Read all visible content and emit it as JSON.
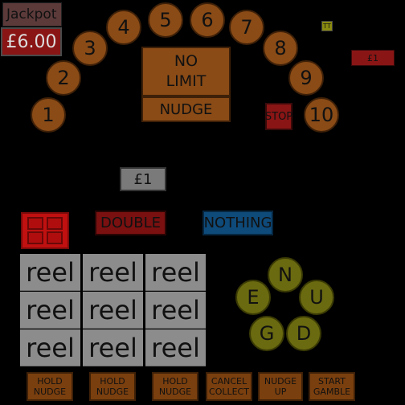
{
  "jackpot": {
    "label": "Jackpot",
    "value": "£6.00"
  },
  "trail": [
    "1",
    "2",
    "3",
    "4",
    "5",
    "6",
    "7",
    "8",
    "9",
    "10"
  ],
  "center_box": {
    "line1": "NO",
    "line2": "LIMIT",
    "nudge": "NUDGE"
  },
  "small_tt": "TT",
  "credit_red": "£1",
  "stop": "STOP",
  "stake": "£1",
  "double_label": "DOUBLE",
  "nothing_label": "NOTHING",
  "reels": [
    [
      "reel",
      "reel",
      "reel"
    ],
    [
      "reel",
      "reel",
      "reel"
    ],
    [
      "reel",
      "reel",
      "reel"
    ]
  ],
  "nudge_letters": {
    "n": "N",
    "u": "U",
    "d": "D",
    "g": "G",
    "e": "E"
  },
  "buttons": [
    {
      "line1": "HOLD",
      "line2": "NUDGE"
    },
    {
      "line1": "HOLD",
      "line2": "NUDGE"
    },
    {
      "line1": "HOLD",
      "line2": "NUDGE"
    },
    {
      "line1": "CANCEL",
      "line2": "COLLECT"
    },
    {
      "line1": "NUDGE",
      "line2": "UP"
    },
    {
      "line1": "START",
      "line2": "GAMBLE"
    }
  ]
}
